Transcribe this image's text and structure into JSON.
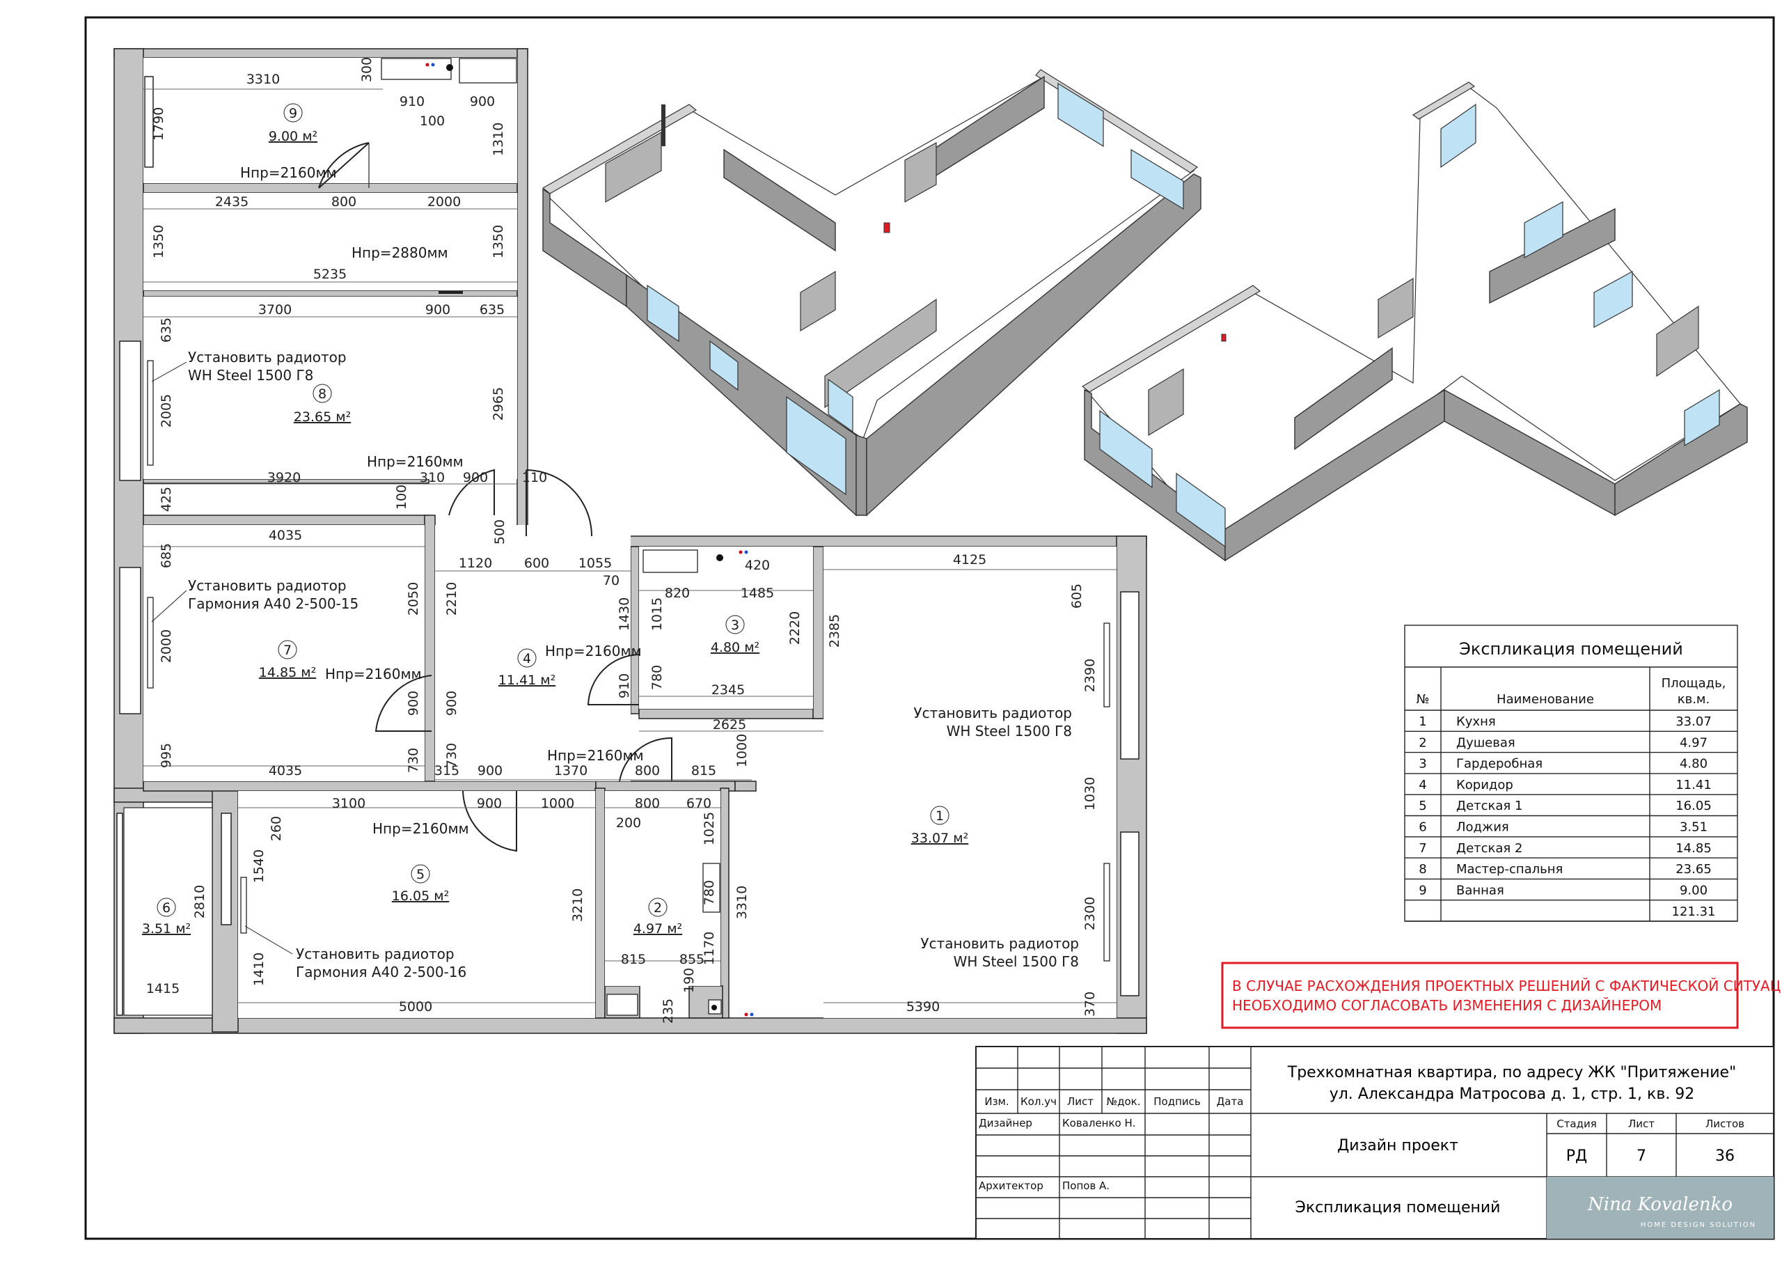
{
  "plan": {
    "rooms": [
      {
        "no": "9",
        "area": "9.00 м²"
      },
      {
        "no": "8",
        "area": "23.65 м²"
      },
      {
        "no": "7",
        "area": "14.85 м²"
      },
      {
        "no": "6",
        "area": "3.51 м²"
      },
      {
        "no": "5",
        "area": "16.05 м²"
      },
      {
        "no": "4",
        "area": "11.41 м²"
      },
      {
        "no": "3",
        "area": "4.80 м²"
      },
      {
        "no": "2",
        "area": "4.97 м²"
      },
      {
        "no": "1",
        "area": "33.07 м²"
      }
    ],
    "door_heights": {
      "h2160": "Нпр=2160мм",
      "h2880": "Нпр=2880мм"
    },
    "radiator_notes": {
      "r8_line1": "Установить радиотор",
      "r8_line2": "WH Steel 1500 Г8",
      "r7_line1": "Установить радиотор",
      "r7_line2": "Гармония А40 2-500-15",
      "r5_line1": "Установить радиотор",
      "r5_line2": "Гармония А40 2-500-16",
      "r1a_line1": "Установить радиотор",
      "r1a_line2": "WH Steel 1500 Г8",
      "r1b_line1": "Установить радиотор",
      "r1b_line2": "WH Steel 1500 Г8"
    },
    "dims": {
      "d3310": "3310",
      "d300": "300",
      "d910": "910",
      "d900a": "900",
      "d100a": "100",
      "d1790": "1790",
      "d1310": "1310",
      "d2435": "2435",
      "d800a": "800",
      "d2000a": "2000",
      "d1350a": "1350",
      "d1350b": "1350",
      "d5235": "5235",
      "d3700": "3700",
      "d900b": "900",
      "d635a": "635",
      "d635b": "635",
      "d2005": "2005",
      "d2965": "2965",
      "d3920": "3920",
      "d310": "310",
      "d900c": "900",
      "d110": "110",
      "d425": "425",
      "d100b": "100",
      "d4035a": "4035",
      "d685": "685",
      "d2050": "2050",
      "d2000b": "2000",
      "d900d": "900",
      "d995": "995",
      "d730a": "730",
      "d4035b": "4035",
      "d500": "500",
      "d1120": "1120",
      "d600": "600",
      "d1055": "1055",
      "d70": "70",
      "d420": "420",
      "d820": "820",
      "d1485": "1485",
      "d2210": "2210",
      "d1430": "1430",
      "d1015": "1015",
      "d2220": "2220",
      "d2385": "2385",
      "d900e": "900",
      "d910b": "910",
      "d780a": "780",
      "d2345": "2345",
      "d2625": "2625",
      "d730b": "730",
      "d315": "315",
      "d900f": "900",
      "d1370": "1370",
      "d800b": "800",
      "d815a": "815",
      "d1000a": "1000",
      "d4125": "4125",
      "d605": "605",
      "d2390": "2390",
      "d1030": "1030",
      "d2300": "2300",
      "d370": "370",
      "d5390": "5390",
      "d3100": "3100",
      "d900g": "900",
      "d1000b": "1000",
      "d800c": "800",
      "d670": "670",
      "d200": "200",
      "d1025": "1025",
      "d260": "260",
      "d1540": "1540",
      "d2810": "2810",
      "d3210": "3210",
      "d780b": "780",
      "d3310b": "3310",
      "d1170": "1170",
      "d815b": "815",
      "d855": "855",
      "d190": "190",
      "d235": "235",
      "d1410": "1410",
      "d1415": "1415",
      "d5000": "5000"
    }
  },
  "explication": {
    "title": "Экспликация помещений",
    "col_no": "№",
    "col_name": "Наименование",
    "col_area_1": "Площадь,",
    "col_area_2": "кв.м.",
    "rows": [
      {
        "no": "1",
        "name": "Кухня",
        "area": "33.07"
      },
      {
        "no": "2",
        "name": "Душевая",
        "area": "4.97"
      },
      {
        "no": "3",
        "name": "Гардеробная",
        "area": "4.80"
      },
      {
        "no": "4",
        "name": "Коридор",
        "area": "11.41"
      },
      {
        "no": "5",
        "name": "Детская 1",
        "area": "16.05"
      },
      {
        "no": "6",
        "name": "Лоджия",
        "area": "3.51"
      },
      {
        "no": "7",
        "name": "Детская 2",
        "area": "14.85"
      },
      {
        "no": "8",
        "name": "Мастер-спальня",
        "area": "23.65"
      },
      {
        "no": "9",
        "name": "Ванная",
        "area": "9.00"
      }
    ],
    "total": "121.31"
  },
  "warning": {
    "line1": "В СЛУЧАЕ РАСХОЖДЕНИЯ ПРОЕКТНЫХ РЕШЕНИЙ С ФАКТИЧЕСКОЙ СИТУАЦИЕЙ",
    "line2": "НЕОБХОДИМО СОГЛАСОВАТЬ ИЗМЕНЕНИЯ С ДИЗАЙНЕРОМ"
  },
  "title_block": {
    "headers": {
      "izm": "Изм.",
      "kol": "Кол.уч",
      "list": "Лист",
      "ndoc": "№док.",
      "podpis": "Подпись",
      "data": "Дата"
    },
    "designer_role": "Дизайнер",
    "designer_name": "Коваленко Н.",
    "architect_role": "Архитектор",
    "architect_name": "Попов А.",
    "project_line1": "Трехкомнатная квартира, по адресу ЖК \"Притяжение\"",
    "project_line2": "ул. Александра Матросова д. 1, стр. 1, кв. 92",
    "doc_type": "Дизайн проект",
    "stage_label": "Стадия",
    "sheet_label": "Лист",
    "sheets_label": "Листов",
    "stage": "РД",
    "sheet": "7",
    "sheets": "36",
    "sheet_title": "Экспликация помещений",
    "logo_text": "Nina Kovalenko",
    "logo_sub": "HOME DESIGN SOLUTION",
    "logo_color": "#9fb3b9"
  }
}
